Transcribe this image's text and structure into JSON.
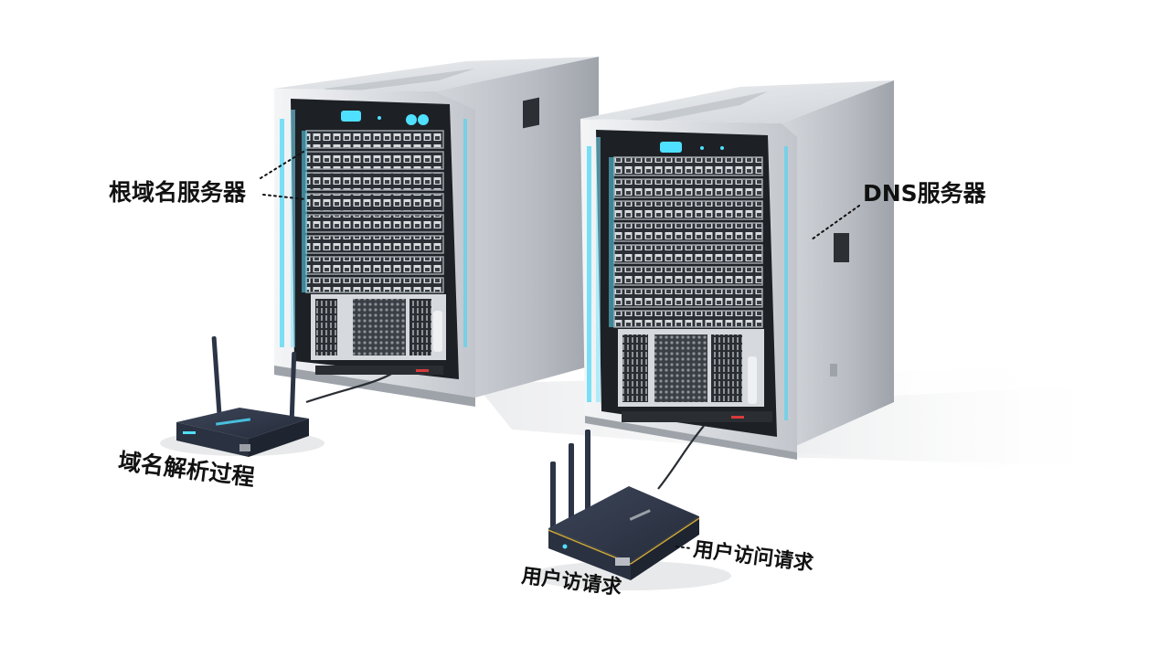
{
  "labels": {
    "root_server": "根域名服务器",
    "dns_server": "DNS服务器",
    "resolve_process": "域名解析过程",
    "user_request_front": "用户访请求",
    "user_request_side": "用户访问请求"
  },
  "colors": {
    "server_silver": "#c9ccd1",
    "rack_dark": "#1d2126",
    "led_cyan": "#44d6f5",
    "router_navy": "#2c3446"
  },
  "icons": {
    "server": "server-tower-icon",
    "router": "wifi-router-icon"
  }
}
